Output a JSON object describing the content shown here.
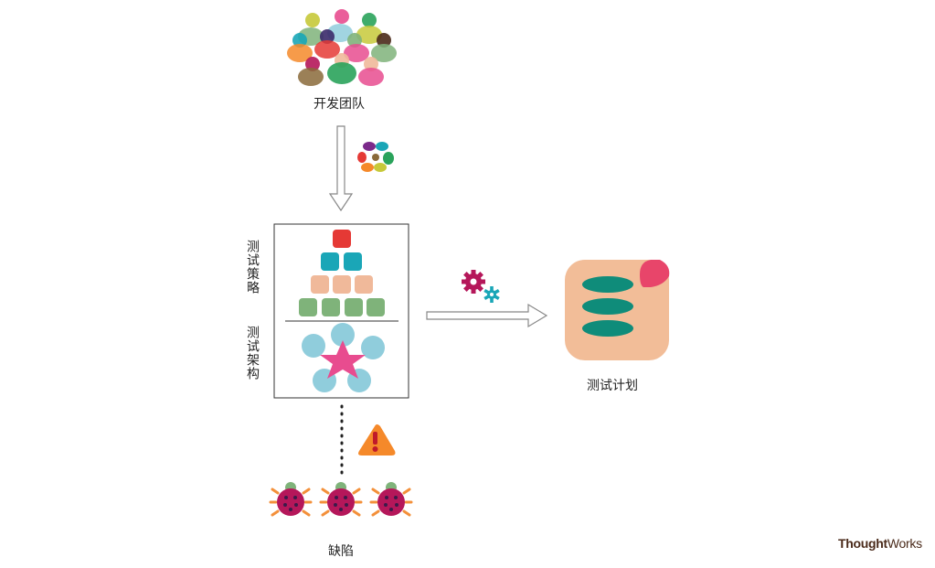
{
  "labels": {
    "dev_team": "开发团队",
    "test_strategy": "测试策略",
    "test_architecture": "测试架构",
    "test_plan": "测试计划",
    "defects": "缺陷"
  },
  "brand": {
    "bold": "Thought",
    "thin": "Works"
  },
  "colors": {
    "red": "#e53935",
    "teal": "#1aa6b7",
    "peach": "#f0b99a",
    "green": "#7fb37a",
    "light_blue": "#90cddc",
    "pink": "#e84c8f",
    "dark_teal": "#0f8c7a",
    "plan_bg": "#f2bd98",
    "warning": "#f5892a",
    "bug_body": "#b5175a",
    "bug_legs": "#f3903a"
  },
  "icons": [
    "people-crowd-icon",
    "team-cluster-icon",
    "gears-icon",
    "warning-icon",
    "bug-icon",
    "document-icon",
    "arrow-down-icon",
    "arrow-right-icon"
  ]
}
